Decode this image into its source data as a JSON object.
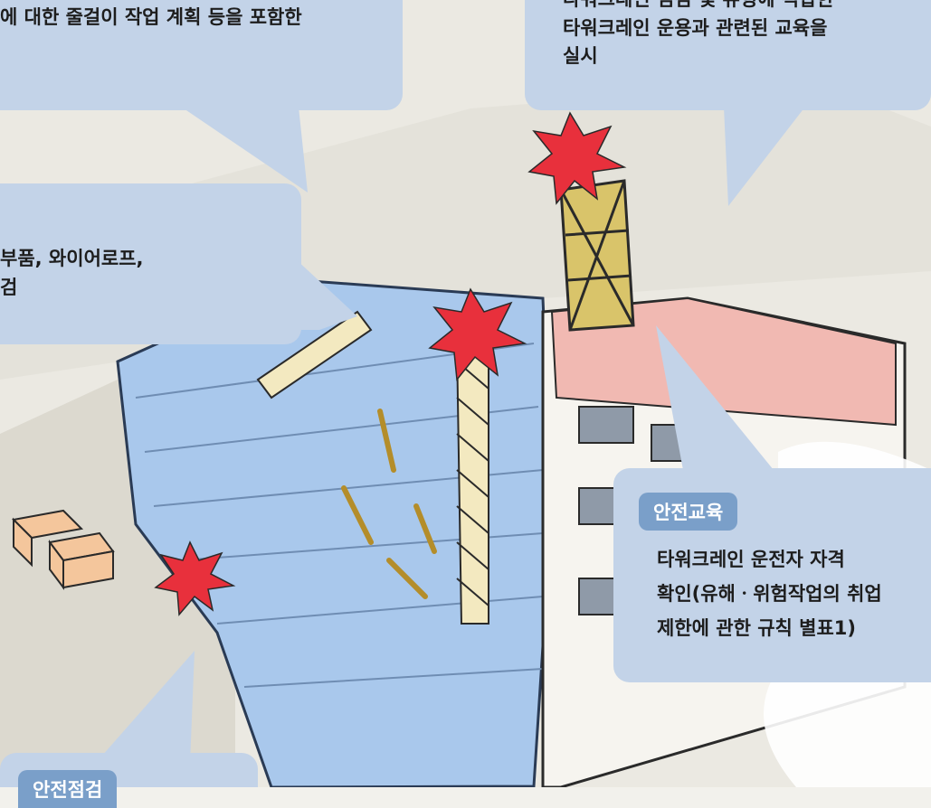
{
  "bubbles": {
    "top_left": {
      "lines": [
        "에 대한 줄걸이 작업 계획 등을 포함한"
      ]
    },
    "top_right": {
      "lines": [
        "타워크레인 점검 및 유형에 적합한",
        "타워크레인 운용과 관련된 교육을",
        "실시"
      ]
    },
    "mid_left": {
      "lines": [
        "부품, 와이어로프,",
        "검"
      ]
    },
    "bottom_right": {
      "tag": "안전교육",
      "lines": [
        "타워크레인 운전자 자격",
        "확인(유해ㆍ위험작업의 취업",
        "제한에 관한 규칙 별표1)"
      ]
    },
    "bottom_left": {
      "tag": "안전점검"
    }
  },
  "colors": {
    "bubble": "#c3d3e8",
    "tag": "#7a9fc9",
    "wall": "#a9c8ec",
    "crane": "#d9c46a",
    "building": "#f1b9b2",
    "burst": "#e8303c"
  }
}
